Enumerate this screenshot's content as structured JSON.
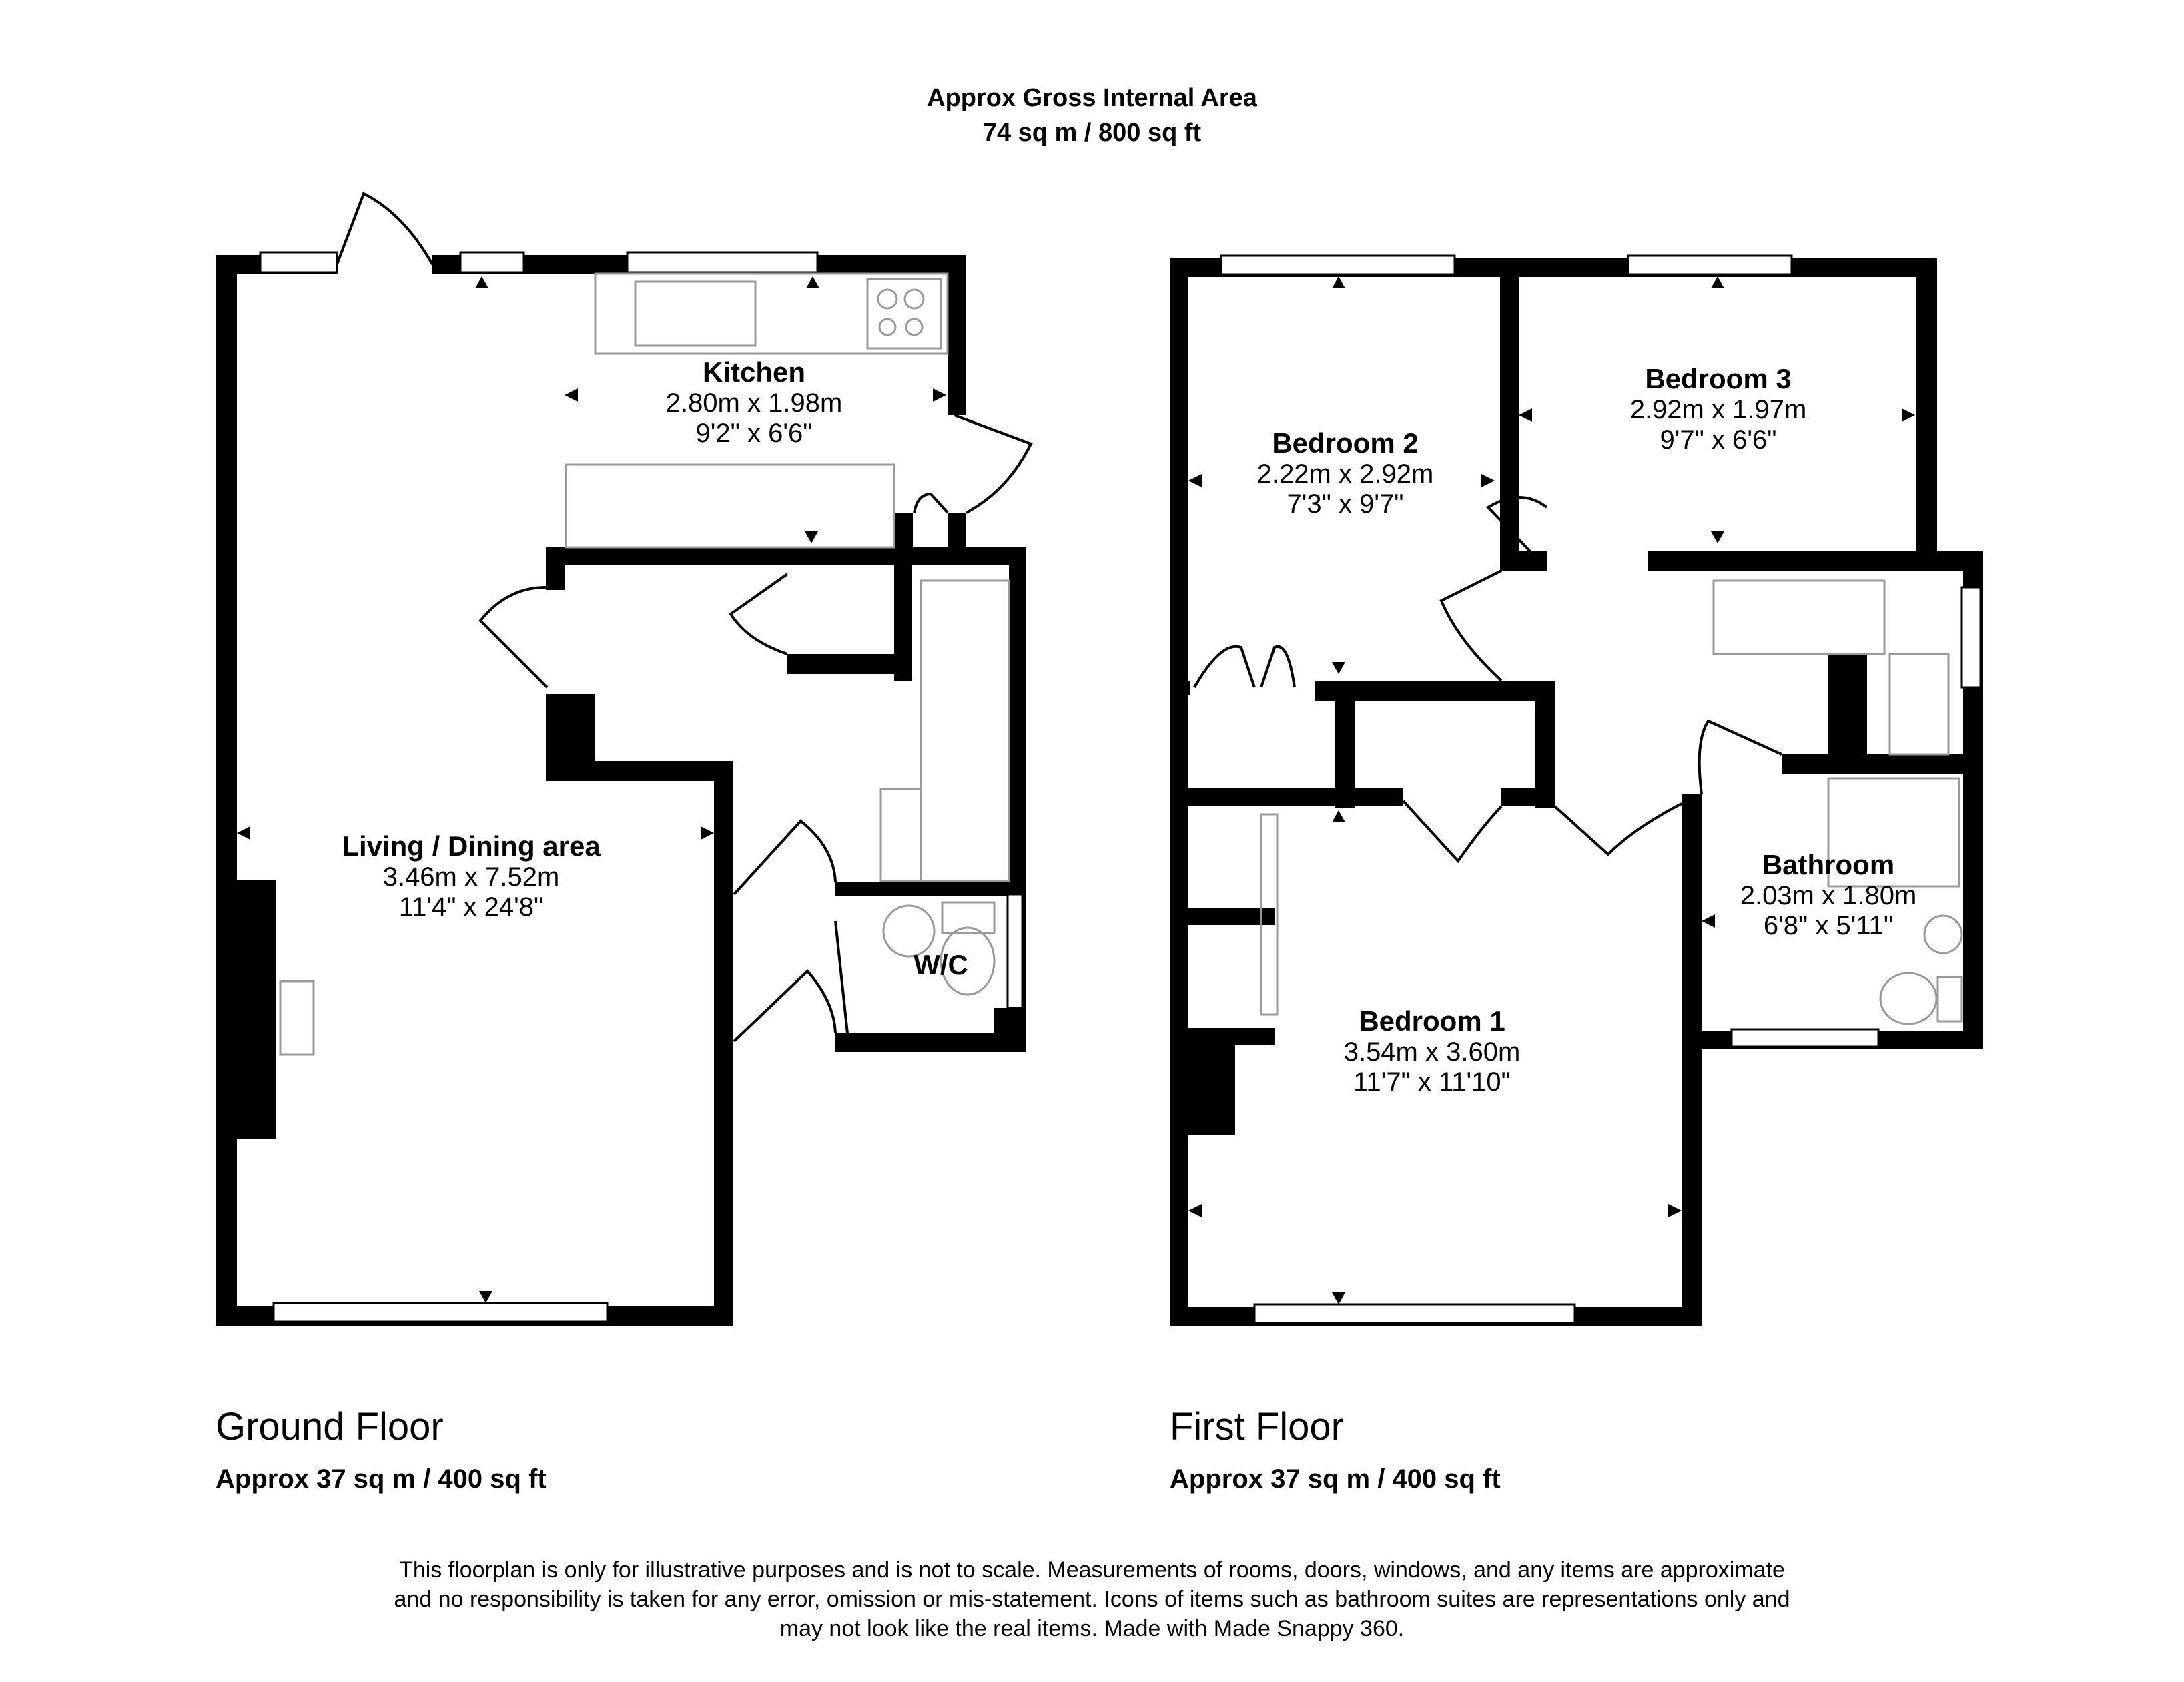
{
  "header": {
    "title": "Approx Gross Internal Area",
    "area": "74 sq m / 800 sq ft"
  },
  "floors": [
    {
      "name": "Ground Floor",
      "area": "Approx 37 sq m / 400 sq ft",
      "rooms": [
        {
          "name": "Kitchen",
          "metric": "2.80m x 1.98m",
          "imperial": "9'2\" x 6'6\""
        },
        {
          "name": "Living / Dining area",
          "metric": "3.46m x 7.52m",
          "imperial": "11'4\" x 24'8\""
        },
        {
          "name": "W/C"
        }
      ]
    },
    {
      "name": "First Floor",
      "area": "Approx 37 sq m / 400 sq ft",
      "rooms": [
        {
          "name": "Bedroom 2",
          "metric": "2.22m x 2.92m",
          "imperial": "7'3\" x 9'7\""
        },
        {
          "name": "Bedroom 3",
          "metric": "2.92m x 1.97m",
          "imperial": "9'7\" x 6'6\""
        },
        {
          "name": "Bathroom",
          "metric": "2.03m x 1.80m",
          "imperial": "6'8\" x 5'11\""
        },
        {
          "name": "Bedroom 1",
          "metric": "3.54m x 3.60m",
          "imperial": "11'7\" x 11'10\""
        }
      ]
    }
  ],
  "disclaimer": [
    "This floorplan is only for illustrative purposes and is not to scale. Measurements of rooms, doors, windows, and any items are approximate",
    "and no responsibility is taken for any error, omission or mis-statement. Icons of items such as bathroom suites are representations only and",
    "may not look like the real items. Made with Made Snappy 360."
  ],
  "colors": {
    "wall": "#000000",
    "fixture": "#9a9a9a",
    "window": "#ffffff",
    "background": "#ffffff"
  }
}
